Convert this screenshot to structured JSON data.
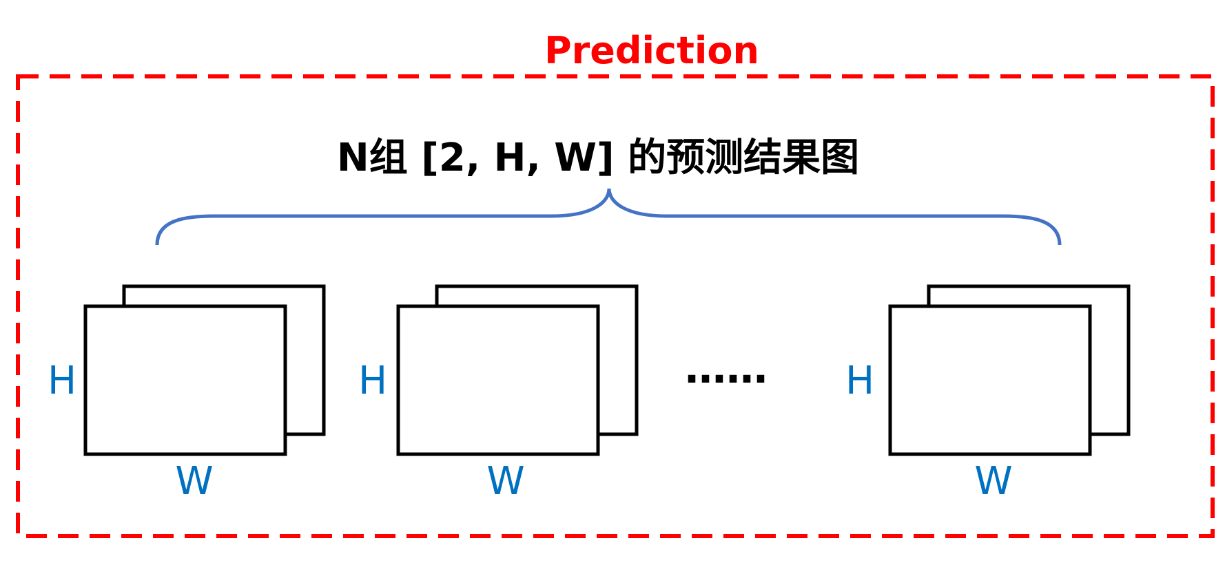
{
  "title": "Prediction",
  "header": "N组 [2, H, W] 的预测结果图",
  "ellipsis": "……",
  "groups": [
    {
      "height_label": "H",
      "width_label": "W"
    },
    {
      "height_label": "H",
      "width_label": "W"
    },
    {
      "height_label": "H",
      "width_label": "W"
    }
  ],
  "colors": {
    "title": "#ff0000",
    "frame": "#ff0000",
    "brace": "#4472c4",
    "dim_label": "#0070c0",
    "box_stroke": "#000000",
    "header": "#000000"
  }
}
